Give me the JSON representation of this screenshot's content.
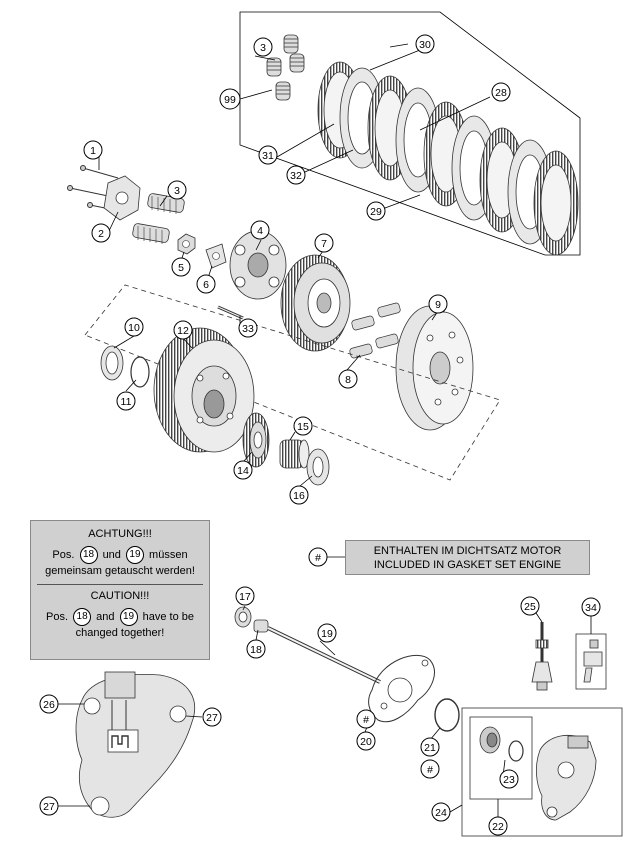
{
  "callouts": {
    "c1": "1",
    "c2": "2",
    "c3": "3",
    "c3b": "3",
    "c4": "4",
    "c5": "5",
    "c6": "6",
    "c7": "7",
    "c8": "8",
    "c9": "9",
    "c10": "10",
    "c11": "11",
    "c12": "12",
    "c14": "14",
    "c15": "15",
    "c16": "16",
    "c17": "17",
    "c18": "18",
    "c19": "19",
    "c20": "20",
    "c21": "21",
    "c22": "22",
    "c23": "23",
    "c24": "24",
    "c25": "25",
    "c26": "26",
    "c27a": "27",
    "c27b": "27",
    "c28": "28",
    "c29": "29",
    "c30": "30",
    "c31": "31",
    "c32": "32",
    "c33": "33",
    "c34": "34",
    "c99": "99",
    "hash_legend": "#",
    "hash20": "#",
    "hash21": "#"
  },
  "notice": {
    "de_title": "ACHTUNG!!!",
    "de_line1_pre": "Pos.",
    "de_line1_a": "18",
    "de_line1_mid": "und",
    "de_line1_b": "19",
    "de_line1_post": "müssen",
    "de_line2": "gemeinsam getauscht werden!",
    "en_title": "CAUTION!!!",
    "en_line1_pre": "Pos.",
    "en_line1_a": "18",
    "en_line1_mid": "and",
    "en_line1_b": "19",
    "en_line1_post": "have to be",
    "en_line2": "changed together!"
  },
  "gasket_legend": {
    "line1": "ENTHALTEN IM DICHTSATZ MOTOR",
    "line2": "INCLUDED IN GASKET SET ENGINE"
  }
}
